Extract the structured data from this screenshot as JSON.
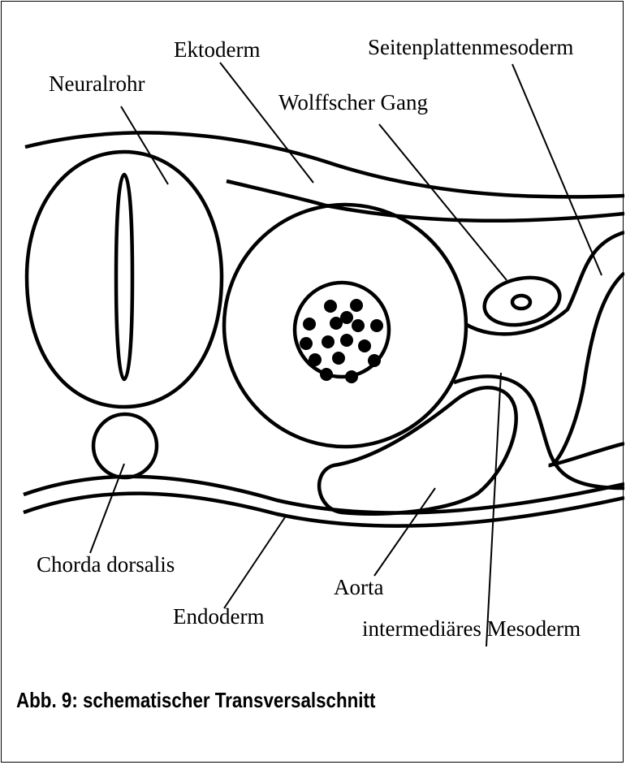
{
  "figure": {
    "caption": "Abb. 9: schematischer Transversalschnitt",
    "labels": {
      "ektoderm": "Ektoderm",
      "seitenplattenmesoderm": "Seitenplattenmesoderm",
      "neuralrohr": "Neuralrohr",
      "wolffscher_gang": "Wolffscher Gang",
      "chorda_dorsalis": "Chorda dorsalis",
      "aorta": "Aorta",
      "endoderm": "Endoderm",
      "intermediaeres_mesoderm": "intermediäres Mesoderm"
    }
  }
}
